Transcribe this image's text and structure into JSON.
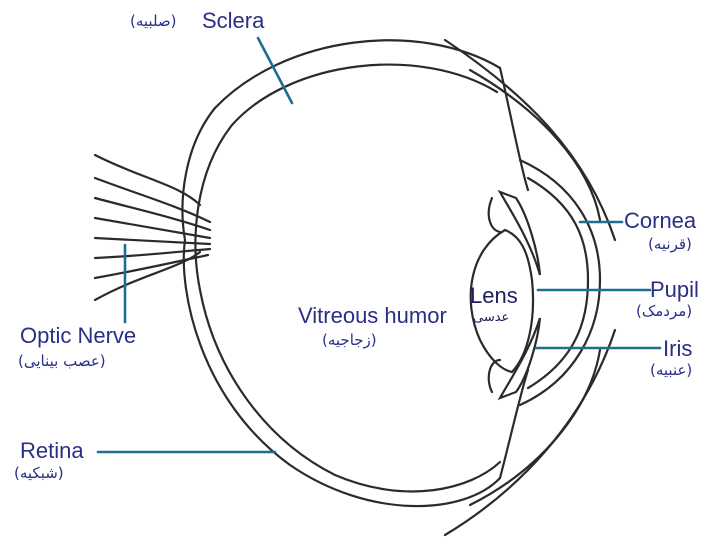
{
  "colors": {
    "leader_line": "#1e6d92",
    "label_text": "#2a2f86",
    "outline": "#2b2b2b"
  },
  "labels": {
    "sclera": {
      "en": "Sclera",
      "fa": "(صلبيه)"
    },
    "cornea": {
      "en": "Cornea",
      "fa": "(قرنيه)"
    },
    "pupil": {
      "en": "Pupil",
      "fa": "(مردمک)"
    },
    "iris": {
      "en": "Iris",
      "fa": "(عنبيه)"
    },
    "lens": {
      "en": "Lens",
      "fa": "عدسى"
    },
    "vitreous": {
      "en": "Vitreous humor",
      "fa": "(زجاجيه)"
    },
    "optic_nerve": {
      "en": "Optic Nerve",
      "fa": "(عصب بينايى)"
    },
    "retina": {
      "en": "Retina",
      "fa": "(شبکيه)"
    }
  }
}
